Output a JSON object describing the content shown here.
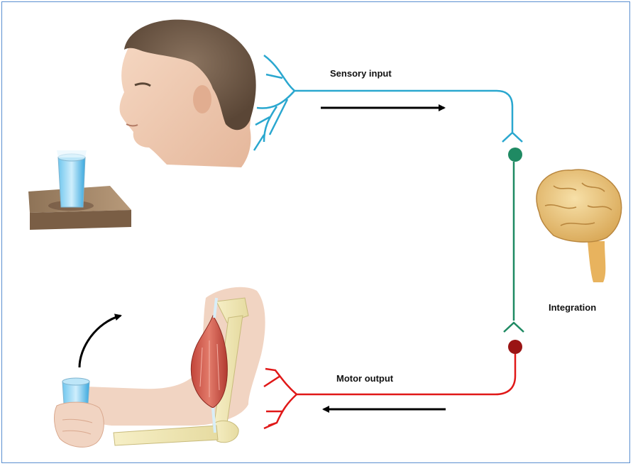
{
  "labels": {
    "sensory": "Sensory input",
    "integration": "Integration",
    "motor": "Motor output"
  },
  "colors": {
    "sensory_pathway": "#2aa7cf",
    "integration_pathway": "#1f8a63",
    "motor_pathway": "#e01818",
    "arrows": "#000000",
    "border": "#5b8fd0"
  },
  "icons": [
    "head-icon",
    "glass-on-table-icon",
    "brain-icon",
    "arm-holding-glass-icon"
  ]
}
